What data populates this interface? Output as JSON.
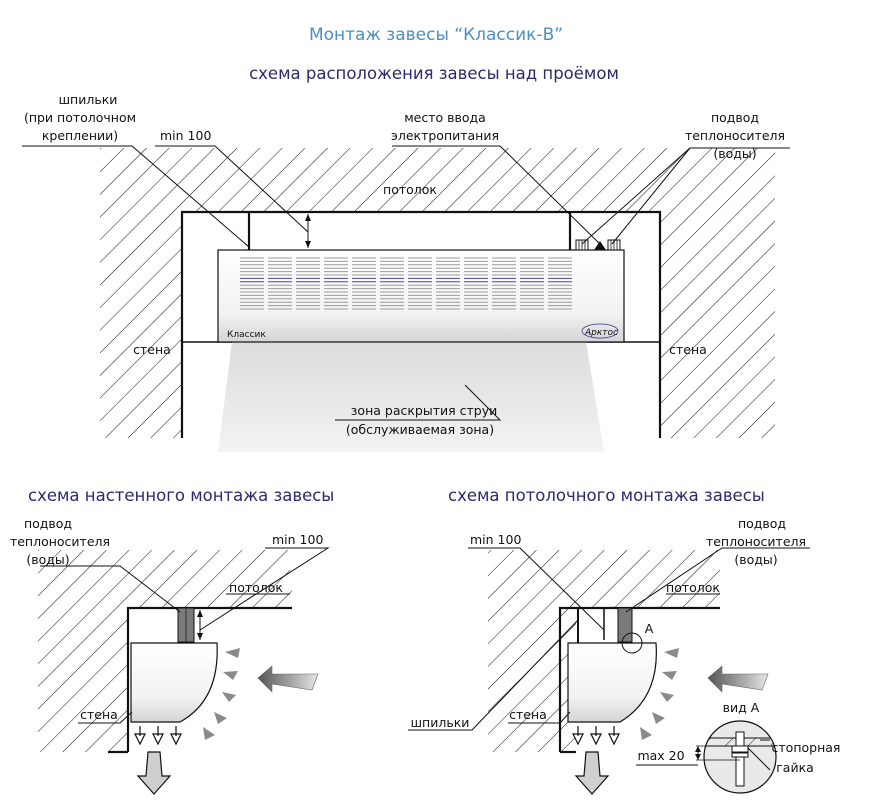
{
  "title": "Монтаж  завесы “Классик-В”",
  "top_scheme": {
    "heading": "схема расположения завесы над проёмом",
    "studs_label": [
      "шпильки",
      "(при потолочном",
      "креплении)"
    ],
    "min_label": "min 100",
    "power_label": [
      "место ввода",
      "электропитания"
    ],
    "coolant_label": [
      "подвод",
      "теплоносителя",
      "(воды)"
    ],
    "ceiling_label": "потолок",
    "wall_left_label": "стена",
    "wall_right_label": "стена",
    "zone_label": [
      "зона раскрытия струи",
      "(обслуживаемая зона)"
    ],
    "unit_model": "Классик",
    "unit_brand": "Арктос"
  },
  "wall_scheme": {
    "heading": "схема настенного монтажа завесы",
    "coolant_label": [
      "подвод",
      "теплоносителя",
      "(воды)"
    ],
    "min_label": "min 100",
    "ceiling_label": "потолок",
    "wall_label": "стена"
  },
  "ceiling_scheme": {
    "heading": "схема потолочного монтажа завесы",
    "min_label": "min 100",
    "coolant_label": [
      "подвод",
      "теплоносителя",
      "(воды)"
    ],
    "ceiling_label": "потолок",
    "wall_label": "стена",
    "studs_label": "шпильки",
    "marker_a": "А",
    "view_label": "вид А",
    "max_label": "max 20",
    "nut_label": [
      "стопорная",
      "гайка"
    ]
  },
  "colors": {
    "title": "#4a90c4",
    "heading": "#2c2a6e",
    "line": "#111111",
    "zone": "#e8e8e8",
    "grille_accent": "#4a3fa0"
  }
}
